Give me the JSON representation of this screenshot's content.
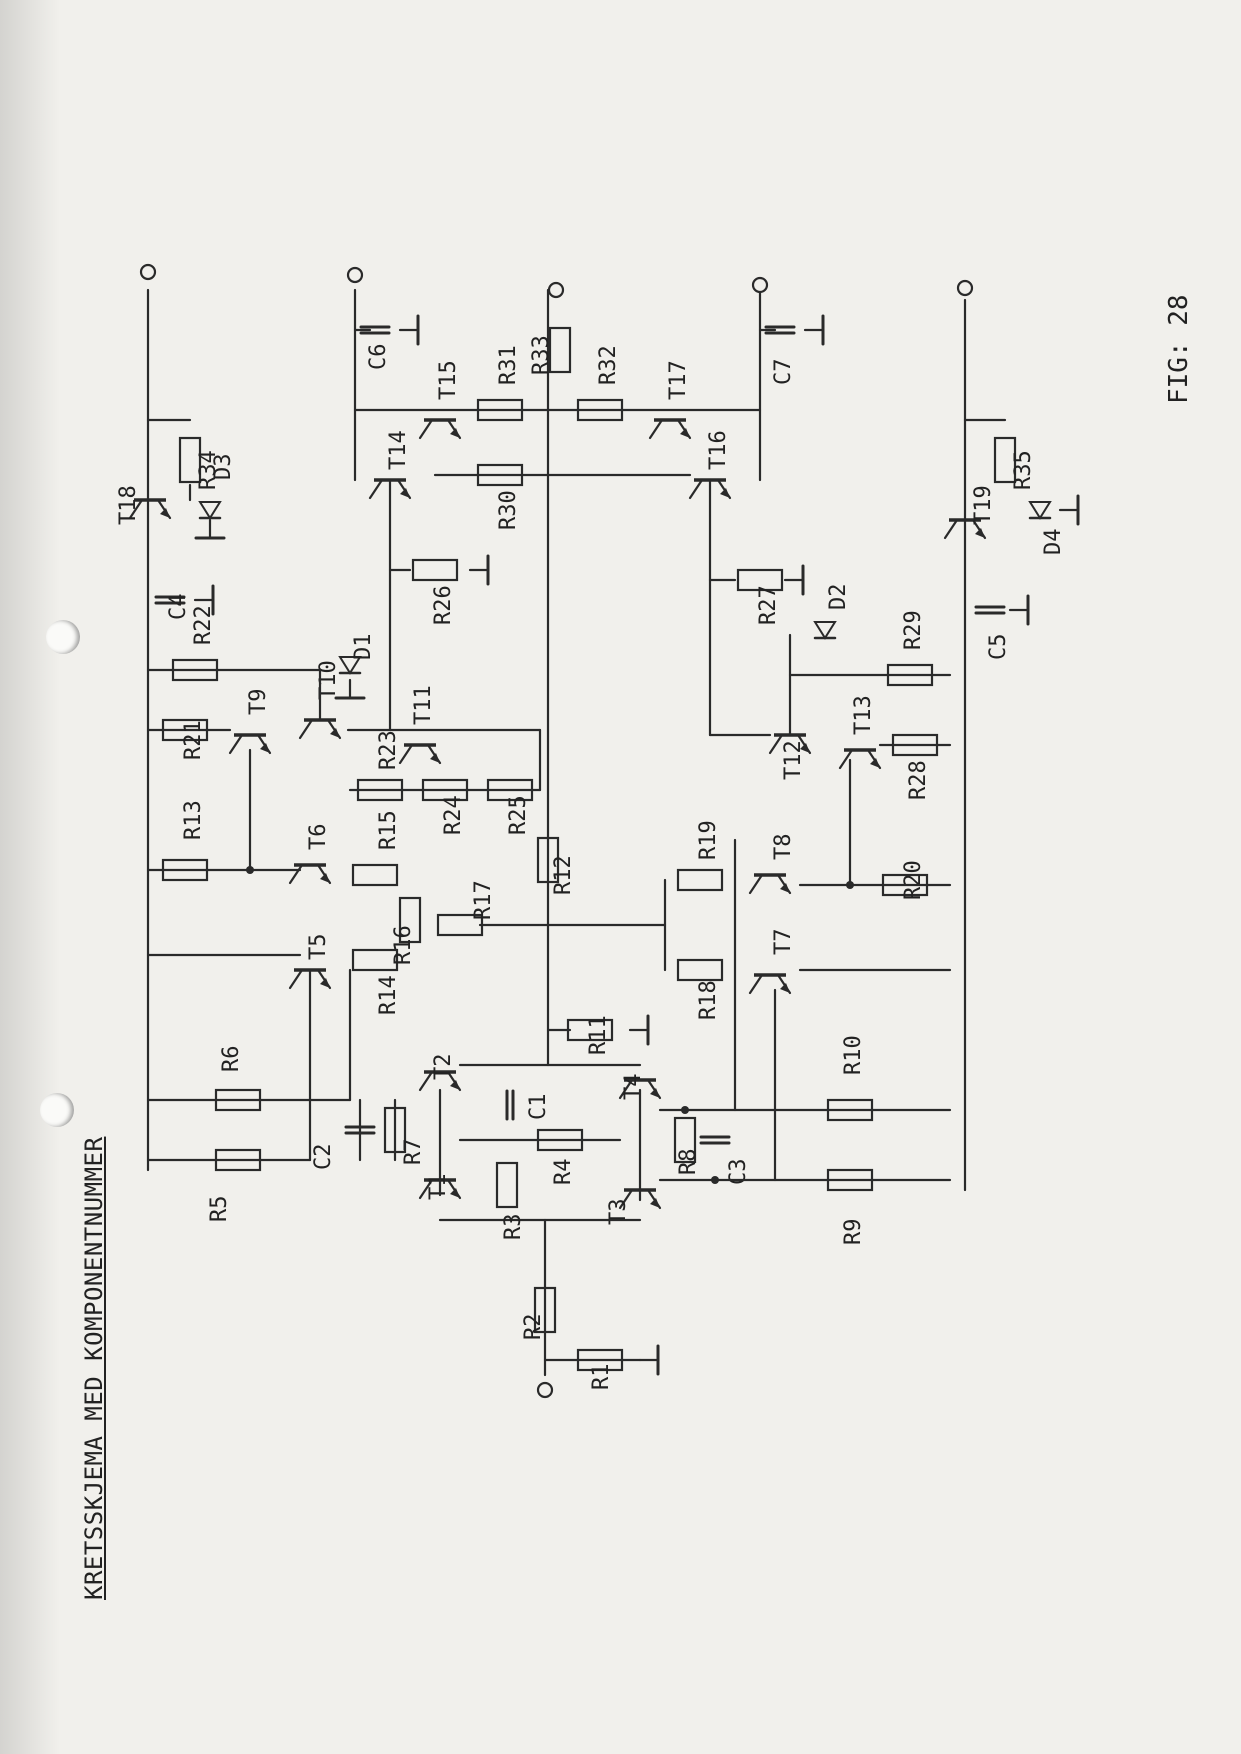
{
  "page": {
    "title": "KRETSSKJEMA MED KOMPONENTNUMMER",
    "figure_label": "FIG: 28"
  },
  "components": {
    "resistors": [
      "R1",
      "R2",
      "R3",
      "R4",
      "R5",
      "R6",
      "R7",
      "R8",
      "R9",
      "R10",
      "R11",
      "R12",
      "R13",
      "R14",
      "R15",
      "R16",
      "R17",
      "R18",
      "R19",
      "R20",
      "R21",
      "R22",
      "R23",
      "R24",
      "R25",
      "R26",
      "R27",
      "R28",
      "R29",
      "R30",
      "R31",
      "R32",
      "R33",
      "R34",
      "R35"
    ],
    "transistors": [
      "T1",
      "T2",
      "T3",
      "T4",
      "T5",
      "T6",
      "T7",
      "T8",
      "T9",
      "T10",
      "T11",
      "T12",
      "T13",
      "T14",
      "T15",
      "T16",
      "T17",
      "T18",
      "T19"
    ],
    "capacitors": [
      "C1",
      "C2",
      "C3",
      "C4",
      "C5",
      "C6",
      "C7"
    ],
    "diodes": [
      "D1",
      "D2",
      "D3",
      "D4"
    ]
  }
}
